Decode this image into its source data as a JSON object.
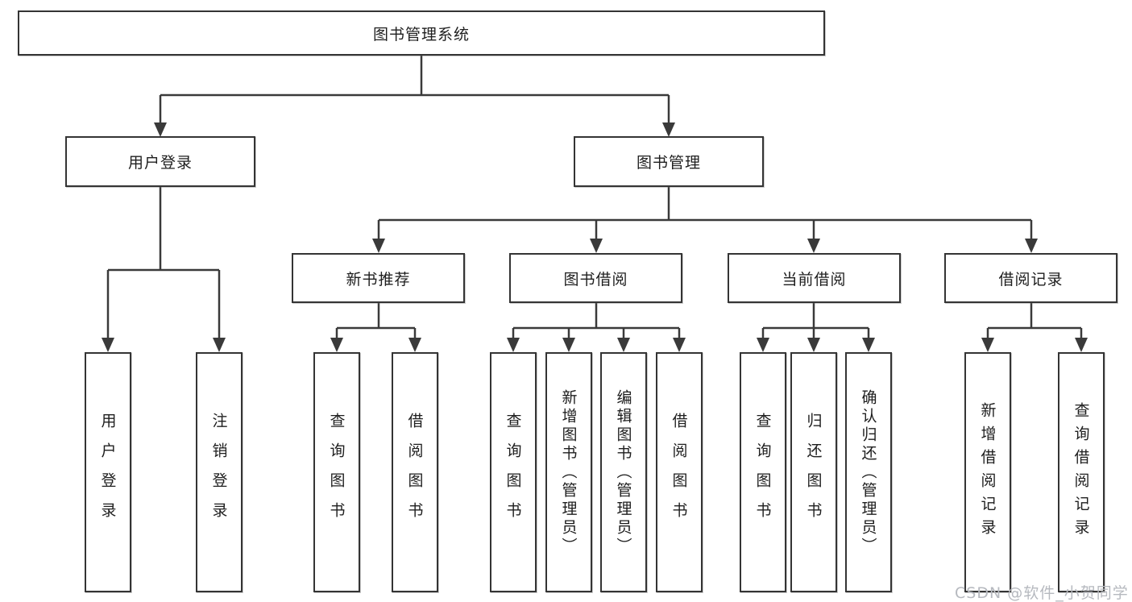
{
  "colors": {
    "line": "#3a3a3a",
    "box_border": "#343434",
    "text": "#1e1e1e",
    "watermark": "#b6b9bf"
  },
  "watermark": "CSDN @软件_小贺同学",
  "tree": {
    "root": "图书管理系统",
    "children": [
      {
        "label": "用户登录",
        "children": [
          "用户登录",
          "注销登录"
        ]
      },
      {
        "label": "图书管理",
        "children": [
          {
            "label": "新书推荐",
            "children": [
              "查询图书",
              "借阅图书"
            ]
          },
          {
            "label": "图书借阅",
            "children": [
              "查询图书",
              "新增图书（管理员）",
              "编辑图书（管理员）",
              "借阅图书"
            ]
          },
          {
            "label": "当前借阅",
            "children": [
              "查询图书",
              "归还图书",
              "确认归还（管理员）"
            ]
          },
          {
            "label": "借阅记录",
            "children": [
              "新增借阅记录",
              "查询借阅记录"
            ]
          }
        ]
      }
    ]
  }
}
